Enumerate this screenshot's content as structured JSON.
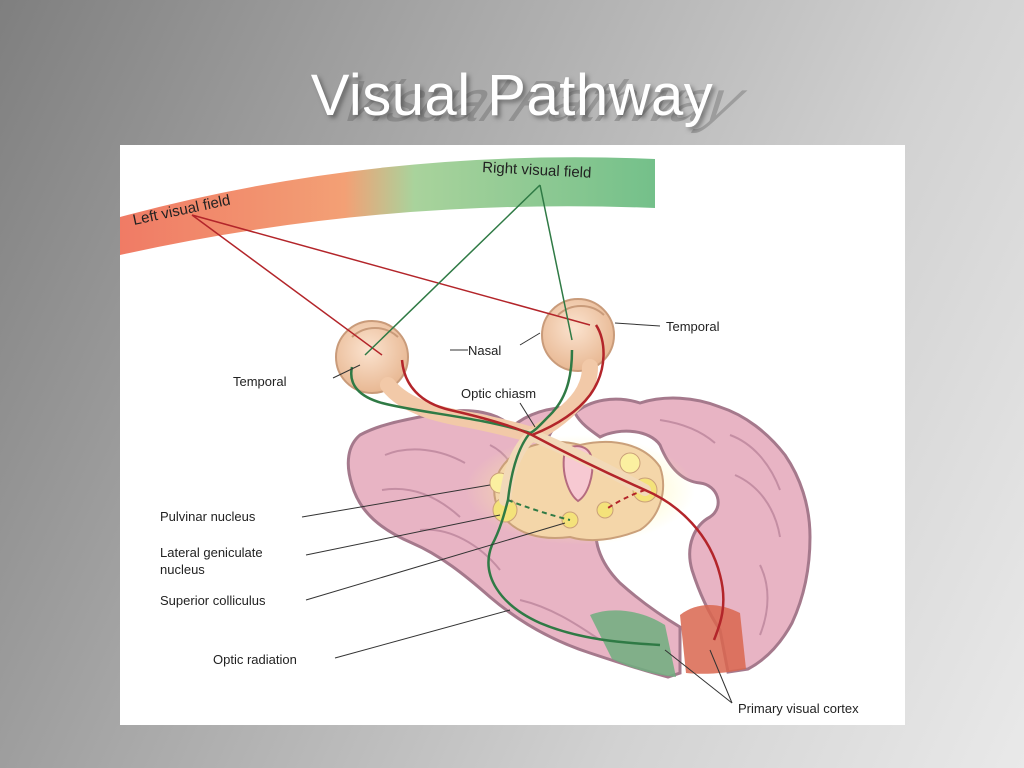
{
  "slide": {
    "title": "Visual Pathway"
  },
  "diagram": {
    "field_left_label": "Left visual field",
    "field_right_label": "Right visual field",
    "labels": {
      "temporal_right": "Temporal",
      "nasal": "Nasal",
      "temporal_left": "Temporal",
      "optic_chiasm": "Optic chiasm",
      "pulvinar": "Pulvinar nucleus",
      "lgn_line1": "Lateral geniculate",
      "lgn_line2": "nucleus",
      "superior_colliculus": "Superior colliculus",
      "optic_radiation": "Optic radiation",
      "primary_visual_cortex": "Primary visual cortex"
    },
    "colors": {
      "left_field": "#ee7a63",
      "right_field": "#7fc48f",
      "red_pathway": "#b3252a",
      "green_pathway": "#2f7a45",
      "brain": "#e9b4c6",
      "brain_edge": "#a97a90",
      "eye": "#f2c9a8"
    }
  }
}
